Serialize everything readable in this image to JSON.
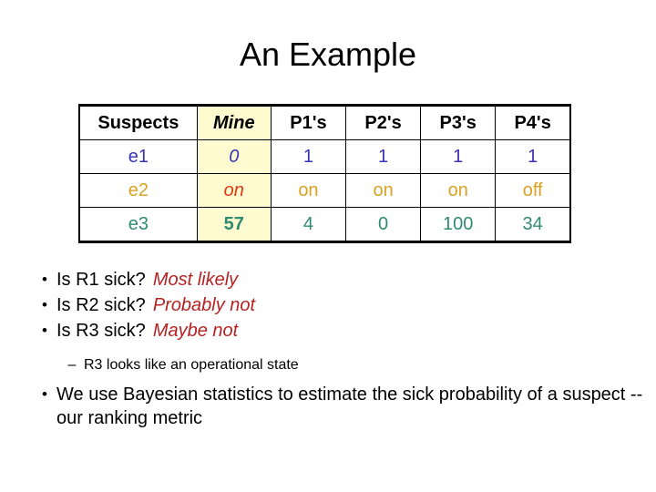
{
  "slide": {
    "title": "An Example"
  },
  "table": {
    "columns": [
      "Suspects",
      "Mine",
      "P1's",
      "P2's",
      "P3's",
      "P4's"
    ],
    "rows": [
      {
        "suspect": "e1",
        "mine": "0",
        "p1": "1",
        "p2": "1",
        "p3": "1",
        "p4": "1"
      },
      {
        "suspect": "e2",
        "mine": "on",
        "p1": "on",
        "p2": "on",
        "p3": "on",
        "p4": "off"
      },
      {
        "suspect": "e3",
        "mine": "57",
        "p1": "4",
        "p2": "0",
        "p3": "100",
        "p4": "34"
      }
    ],
    "colors": {
      "mine_header": "#e0380f",
      "mine_background": "#fdfbcf",
      "row_e1": "#3a34b4",
      "row_e2": "#d9a222",
      "row_e3": "#2f8b71",
      "border": "#000000"
    }
  },
  "bullets": {
    "marker": "•",
    "items": [
      {
        "question": "Is R1 sick?",
        "answer": "Most likely"
      },
      {
        "question": "Is R2 sick?",
        "answer": "Probably not"
      },
      {
        "question": "Is R3 sick?",
        "answer": "Maybe not"
      }
    ],
    "answer_color": "#b52222"
  },
  "sub_bullet": {
    "marker": "–",
    "text": "R3 looks like an operational state"
  },
  "final_bullet": {
    "marker": "•",
    "text": "We use Bayesian statistics to estimate the sick probability of a suspect -- our ranking metric"
  }
}
